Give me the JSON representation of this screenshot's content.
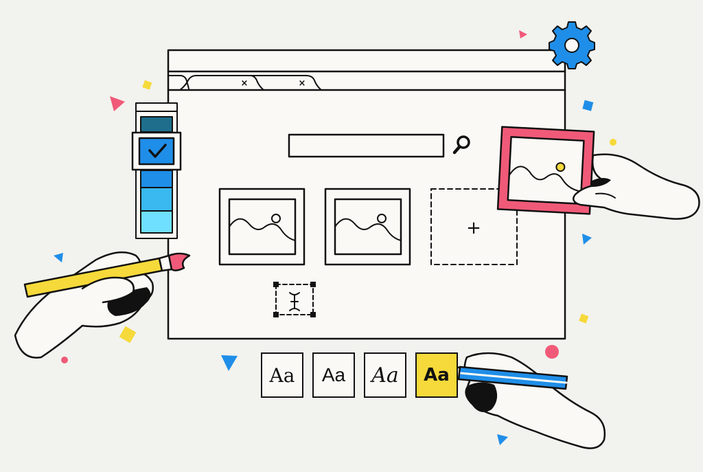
{
  "browser": {
    "tab_close_glyph": "×",
    "add_glyph": "+"
  },
  "font_samples": [
    {
      "label": "Aa",
      "style": "serif",
      "selected": false
    },
    {
      "label": "Aa",
      "style": "sans",
      "selected": false
    },
    {
      "label": "Aa",
      "style": "script",
      "selected": false
    },
    {
      "label": "Aa",
      "style": "bold",
      "selected": true
    }
  ],
  "palette": {
    "background": "#f2f2ee",
    "outline": "#111111",
    "paper": "#faf9f5",
    "pink": "#f05a78",
    "yellow": "#f6d93a",
    "blue": "#1f8ee8",
    "cyan_light": "#6fe0ff",
    "teal_dark": "#1f6e8c"
  },
  "icons": [
    "gear-icon",
    "search-icon",
    "check-icon",
    "image-icon",
    "add-icon",
    "text-cursor-icon",
    "paintbrush-icon",
    "pencil-icon",
    "hand-icon"
  ]
}
